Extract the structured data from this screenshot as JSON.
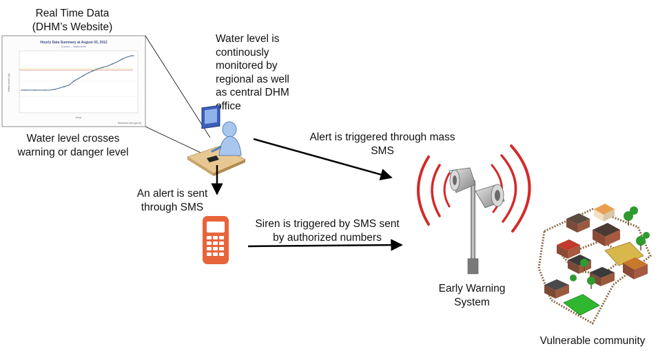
{
  "labels": {
    "realtime_line1": "Real Time Data",
    "realtime_line2": "(DHM’s Website)",
    "monitor_lines": [
      "Water level is",
      "continously",
      "monitored by",
      "regional as well",
      "as central DHM",
      "office"
    ],
    "crosses_line1": "Water level crosses",
    "crosses_line2": "warning or danger level",
    "mass_sms_line1": "Alert is triggered through mass",
    "mass_sms_line2": "SMS",
    "alert_line1": "An alert is sent",
    "alert_line2": "through SMS",
    "siren_line1": "Siren is triggered by SMS sent",
    "siren_line2": "by authorized numbers",
    "ews_line1": "Early Warning",
    "ews_line2": "System",
    "community": "Vulnerable community"
  },
  "chart_thumb": {
    "title": "Hourly Data Summary at August 03, 2012",
    "subtitle": "Kusum -- Waterlevel",
    "ylabel": "Water level (m)",
    "xlabel": "Hour",
    "footer": "Real-time.dhm.gov.np"
  },
  "colors": {
    "arrow": "#000000",
    "siren_wave": "#d42a2a",
    "phone": "#e8643a",
    "chart_series": "#4a6a8a",
    "warning_line": "#e8a0a0"
  }
}
